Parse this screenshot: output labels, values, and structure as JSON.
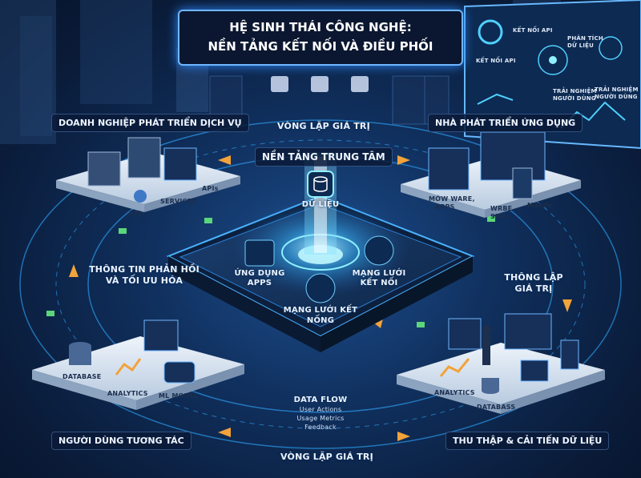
{
  "title": {
    "line1": "HỆ SINH THÁI CÔNG NGHỆ:",
    "line2": "NỀN TẢNG KẾT NỐI VÀ ĐIỀU PHỐI"
  },
  "corner_labels": {
    "top_left": "DOANH NGHIỆP PHÁT TRIỂN DỊCH VỤ",
    "top_right": "NHÀ PHÁT TRIỂN ỨNG DỤNG",
    "bottom_left": "NGƯỜI DÙNG TƯƠNG TÁC",
    "bottom_right": "THU THẬP & CẢI TIẾN DỮ LIỆU"
  },
  "loop_labels": {
    "top": "VÒNG LẶP GIÁ TRỊ",
    "bottom": "VÒNG LẶP GIÁ TRỊ",
    "left_line1": "THÔNG TIN PHẢN HỒI",
    "left_line2": "VÀ TỐI ƯU HÓA",
    "right_line1": "THÔNG LẬP",
    "right_line2": "GIÁ TRỊ"
  },
  "center": {
    "title": "NỀN TẢNG TRUNG TÂM",
    "data": "DỮ LIỆU",
    "apps_line1": "ỨNG DỤNG",
    "apps_line2": "APPS",
    "network_line1": "MẠNG LƯỚI",
    "network_line2": "KẾT NỐI",
    "mesh_line1": "MẠNG LƯỚI KẾT",
    "mesh_line2": "NỐNG"
  },
  "platform_tl": {
    "apis_left": "APIs",
    "services": "SERVICES",
    "apis_right": "APIs"
  },
  "platform_tr": {
    "middleware_line1": "MỚW WARE,",
    "middleware_line2": "APPS",
    "sdk_line1": "WRBE,",
    "sdk_line2": "SDKs",
    "mobile": "Mobile"
  },
  "platform_bl": {
    "database": "DATABASE",
    "analytics": "ANALYTICS",
    "ml_model": "ML MODEL"
  },
  "platform_br": {
    "analytics": "ANALYTICS",
    "database": "DATABASS"
  },
  "data_flow": {
    "title": "DATA FLOW",
    "items": [
      "User Actions",
      "Usage Metrics",
      "Feedback"
    ]
  },
  "screen": {
    "item1": "KẾT NỐI API",
    "item2_line1": "PHÂN TÍCH",
    "item2_line2": "DỮ LIỆU",
    "item3": "KẾT NỐI API",
    "item4_line1": "TRẢI NGHIỆM",
    "item4_line2": "NGƯỜI DÙNG",
    "item5_line1": "TRẢI NGHIỆM",
    "item5_line2": "NGƯỜI DÙNG"
  },
  "colors": {
    "accent": "#38b6ff",
    "glow": "#7fdcff",
    "arrow": "#f2a33a",
    "platform": "#d7e3f1"
  }
}
